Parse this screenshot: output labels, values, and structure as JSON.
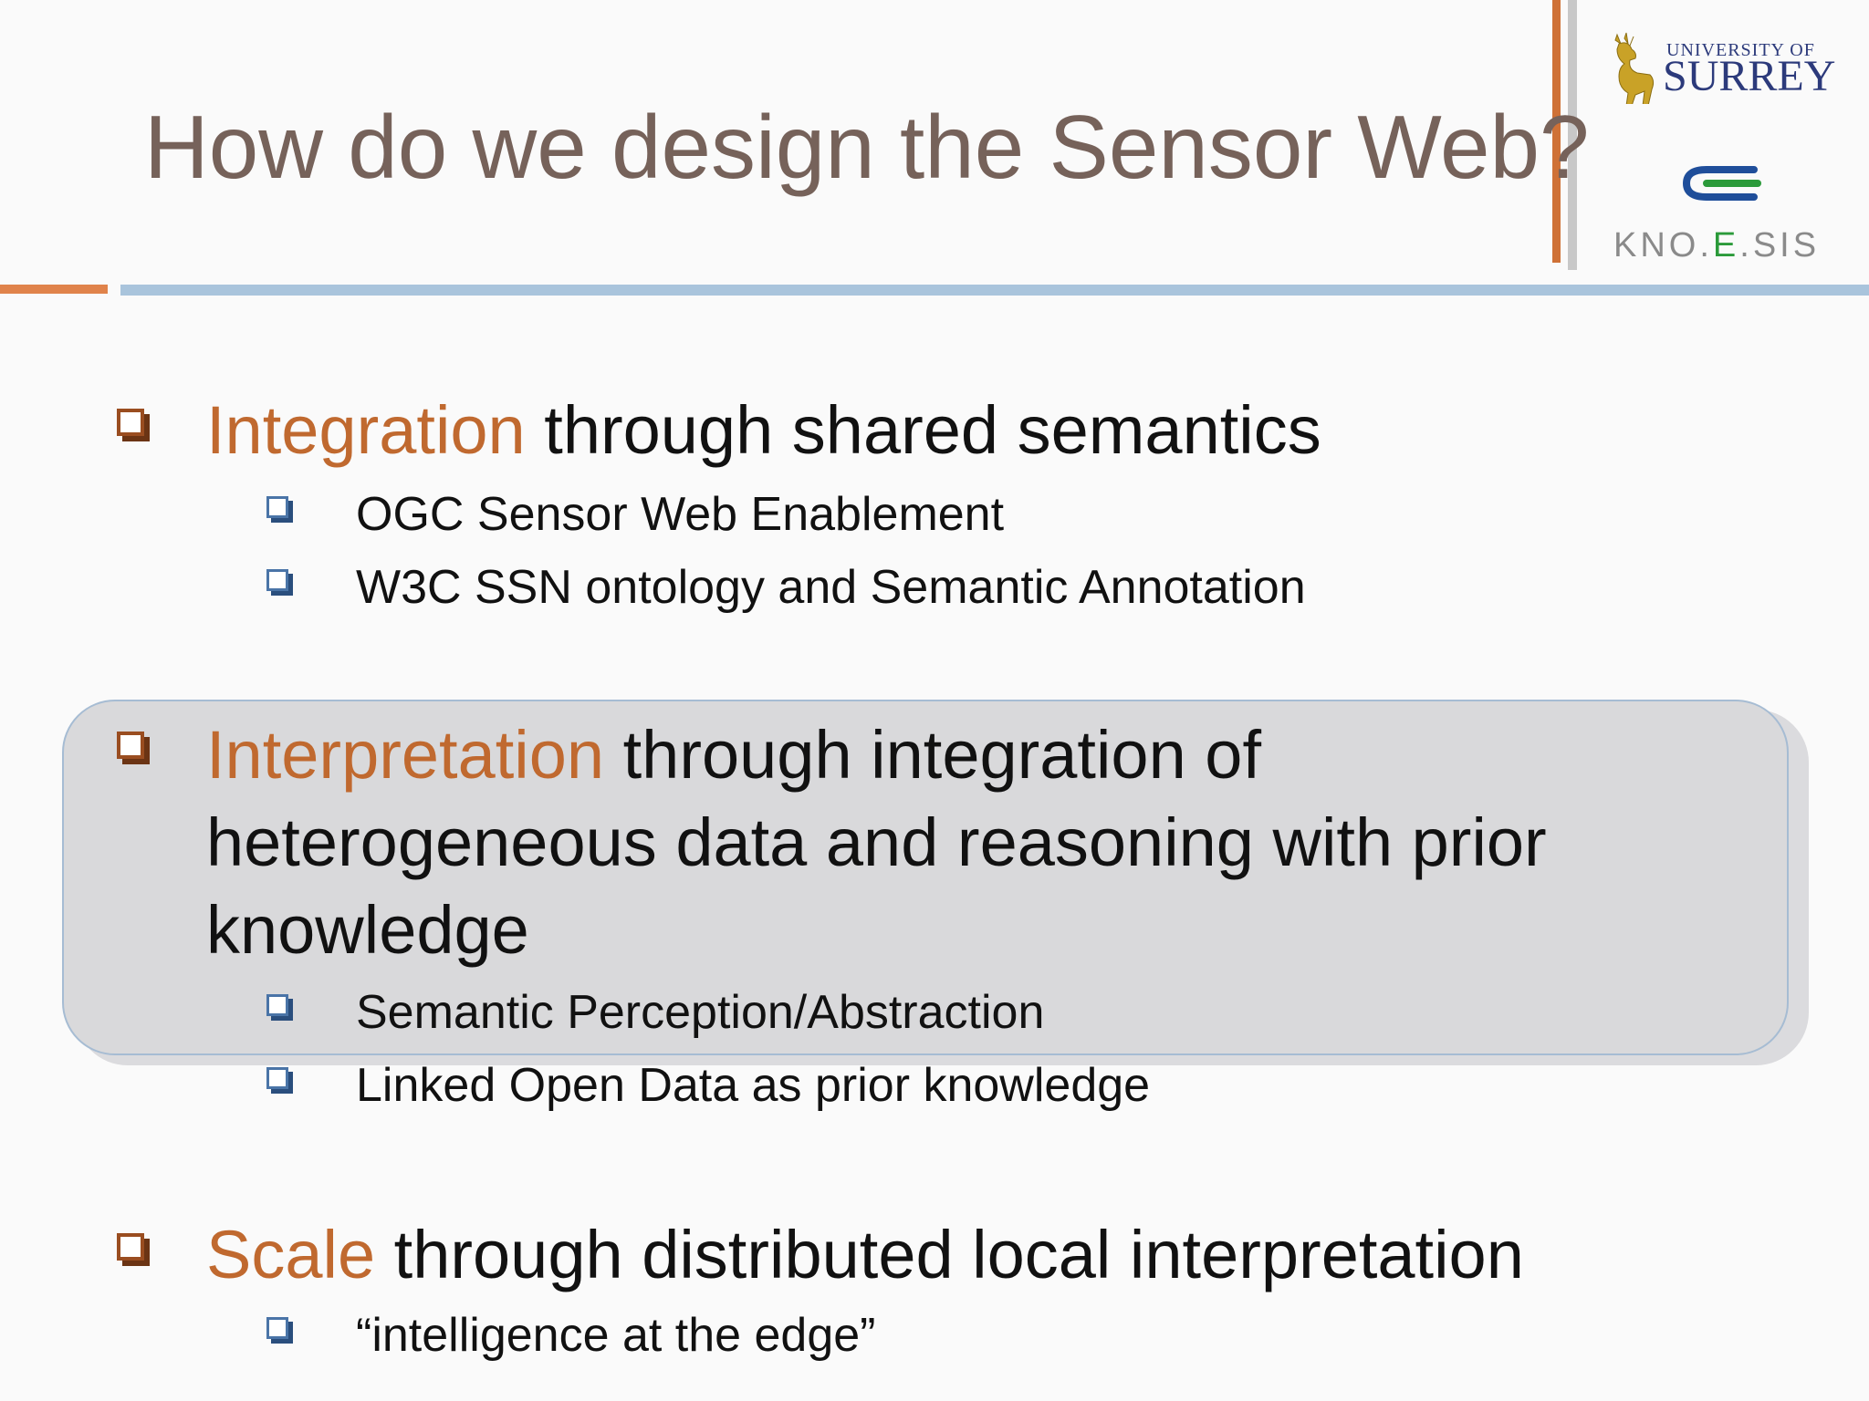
{
  "slide": {
    "title": "How do we design the Sensor Web?",
    "logos": {
      "surrey_small": "UNIVERSITY OF",
      "surrey_big": "SURREY",
      "knoesis_prefix": "KNO.",
      "knoesis_e": "E",
      "knoesis_suffix": ".SIS"
    },
    "colors": {
      "accent": "#c0692f",
      "title": "#76625a",
      "highlight_box": "#d9d9db",
      "rule_blue": "#a9c4dc",
      "rule_orange": "#e0834b"
    },
    "bullets": [
      {
        "keyword": "Integration",
        "rest": " through shared semantics",
        "sub": [
          "OGC Sensor Web Enablement",
          "W3C SSN ontology and Semantic Annotation"
        ]
      },
      {
        "keyword": "Interpretation",
        "rest": " through integration of heterogeneous data and reasoning with prior knowledge",
        "highlighted": true,
        "sub": [
          "Semantic Perception/Abstraction",
          "Linked Open Data as prior knowledge"
        ]
      },
      {
        "keyword": "Scale",
        "rest": " through distributed local interpretation",
        "sub": [
          "“intelligence at the edge”"
        ]
      }
    ]
  }
}
